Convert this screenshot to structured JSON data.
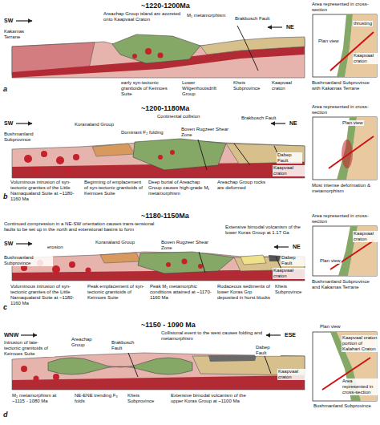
{
  "diagram": {
    "labels": [
      "~1220-1200Ma",
      "SW",
      "NE",
      "Kakamas Terrane",
      "Areachap Group island arc accreted onto Kaapvaal Craton",
      "M₁ metamorphism",
      "Brakbosch Fault",
      "early syn-tectonic granitoids of Keimoes Suite",
      "Lower Wilgenhoutsdrift Group",
      "Kheis Subprovince",
      "Kaapvaal craton",
      "a",
      "Area represented in cross-section",
      "thrusting",
      "Plan view",
      "Kaapvaal craton",
      "Bushmanland Subprovince with Kakamas Terrane",
      "~1200-1180Ma",
      "SW",
      "NE",
      "Koranaland Group",
      "Continental collision",
      "Dominant F₂ folding",
      "Boven Rugzeer Shear Zone",
      "Brakbosch Fault",
      "Bushmanland Subprovince",
      "Dabep Fault",
      "Kaapvaal craton",
      "Voluminous intrusion of syn-tectonic granites of the Little Namaqualand Suite at ~1180-1160 Ma",
      "Beginning of emplacement of syn-tectonic granitoids of Keimoes Suite",
      "Deep burial of Areachap Group causes high-grade M₁ metamorphism",
      "Areachap Group rocks are deformed",
      "b",
      "Area represented in cross-section",
      "Plan view",
      "Most intense deformation & metamorphism",
      "~1180-1150Ma",
      "Continued compression in a NE-SW orientation causes trans-tensional faults to be set up in the north and extensional basins to form",
      "Koranaland Group",
      "Boven Rugzeer Shear Zone",
      "Extensive bimodal volcanism of the lower Koras Group at 1.17 Ga",
      "SW",
      "NE",
      "erosion",
      "Bushmanland Subprovince",
      "Dabep Fault",
      "Kaapvaal craton",
      "Voluminous intrusion of syn-tectonic granites of the Little Namaqualand Suite at ~1180-1160 Ma",
      "Peak emplacement of syn-tectonic granitoids of Keimoes Suite",
      "Peak M₁ metamorphic conditions attained at ~1170-1160 Ma",
      "Rudaceous sediments of lower Koras Grp deposited in horst blocks",
      "Kheis Subprovince",
      "c",
      "Area represented in cross-section",
      "Kaapvaal craton",
      "Plan view",
      "Bushmanland Subprovince and Kakamas Terrane",
      "~1150 - 1090 Ma",
      "WNW",
      "ESE",
      "Areachap Group",
      "Brakbosch Fault",
      "Collisional event to the west causes folding and metamorphism",
      "Dabep Fault",
      "Intrusion of late-tectonic granitoids of Keimoes Suite",
      "Kaapvaal craton",
      "M₂ metamorphism at ~1115 - 1080 Ma",
      "NE-ENE trending F₃ folds",
      "Kheis Subprovince",
      "Extensive bimodal volcanism of the upper Koras Group at ~1100 Ma",
      "d",
      "Plan view",
      "Kaapvaal craton portion of Kalahari Craton",
      "Area represented in cross-section",
      "Bushmanland Subprovince"
    ]
  }
}
